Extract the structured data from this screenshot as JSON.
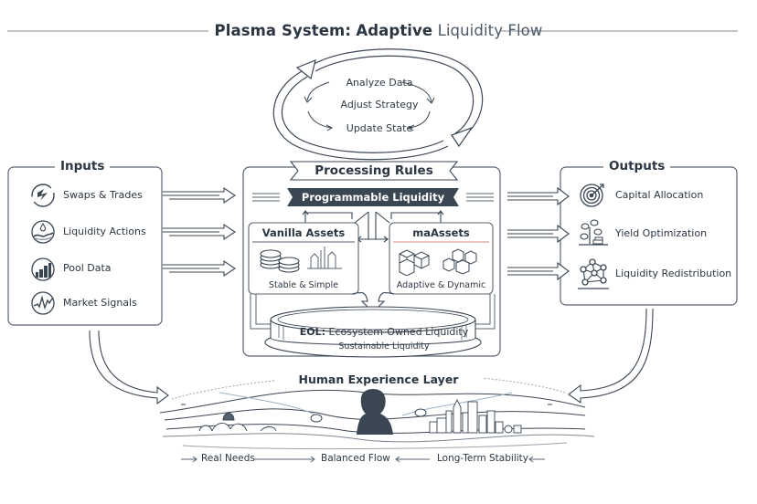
{
  "title": {
    "part1": "Plasma System:",
    "part2": "Adaptive",
    "part3": "Liquidity Flow"
  },
  "cycle": {
    "steps": [
      "Analyze Data",
      "Adjust Strategy",
      "Update State"
    ]
  },
  "inputs": {
    "title": "Inputs",
    "items": [
      {
        "label": "Swaps & Trades",
        "icon": "swap-arrows-icon"
      },
      {
        "label": "Liquidity Actions",
        "icon": "liquidity-drop-icon"
      },
      {
        "label": "Pool Data",
        "icon": "bar-chart-icon"
      },
      {
        "label": "Market Signals",
        "icon": "market-pulse-icon"
      }
    ]
  },
  "processing": {
    "title": "Processing Rules",
    "banner": "Programmable Liquidity",
    "vanilla": {
      "title": "Vanilla Assets",
      "subtitle": "Stable & Simple"
    },
    "ma": {
      "title": "maAssets",
      "subtitle": "Adaptive & Dynamic"
    },
    "eol": {
      "prefix": "EOL:",
      "title": "Ecosystem-Owned Liquidity",
      "subtitle": "Sustainable Liquidity"
    }
  },
  "outputs": {
    "title": "Outputs",
    "items": [
      {
        "label": "Capital Allocation",
        "icon": "target-icon"
      },
      {
        "label": "Yield Optimization",
        "icon": "plant-coins-icon"
      },
      {
        "label": "Liquidity Redistribution",
        "icon": "network-icon"
      }
    ]
  },
  "human_layer": {
    "title": "Human Experience Layer",
    "flow": [
      "Real Needs",
      "Balanced Flow",
      "Long-Term Stability"
    ]
  },
  "colors": {
    "ink": "#2b3642",
    "banner": "#3b4653",
    "accent_red": "#d9897f",
    "line_gray": "#9aa3ad"
  }
}
